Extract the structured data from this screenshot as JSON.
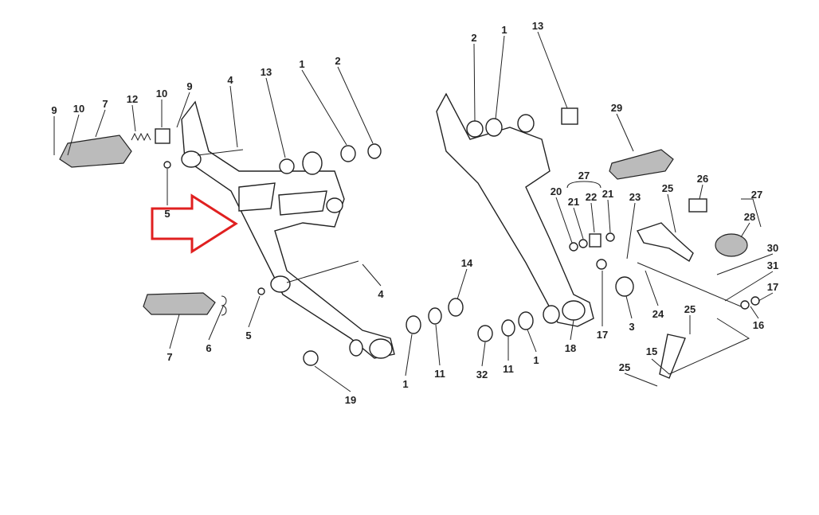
{
  "diagram": {
    "title": "Footpeg bracket exploded parts diagram",
    "callouts": [
      "9",
      "10",
      "7",
      "12",
      "10",
      "9",
      "4",
      "13",
      "1",
      "2",
      "5",
      "7",
      "6",
      "5",
      "4",
      "14",
      "1",
      "11",
      "19",
      "2",
      "1",
      "13",
      "29",
      "27",
      "20",
      "21",
      "22",
      "21",
      "23",
      "25",
      "26",
      "27",
      "28",
      "30",
      "31",
      "17",
      "16",
      "25",
      "24",
      "3",
      "17",
      "18",
      "15",
      "25",
      "32",
      "11",
      "1"
    ],
    "highlight_color": "#e02020"
  }
}
